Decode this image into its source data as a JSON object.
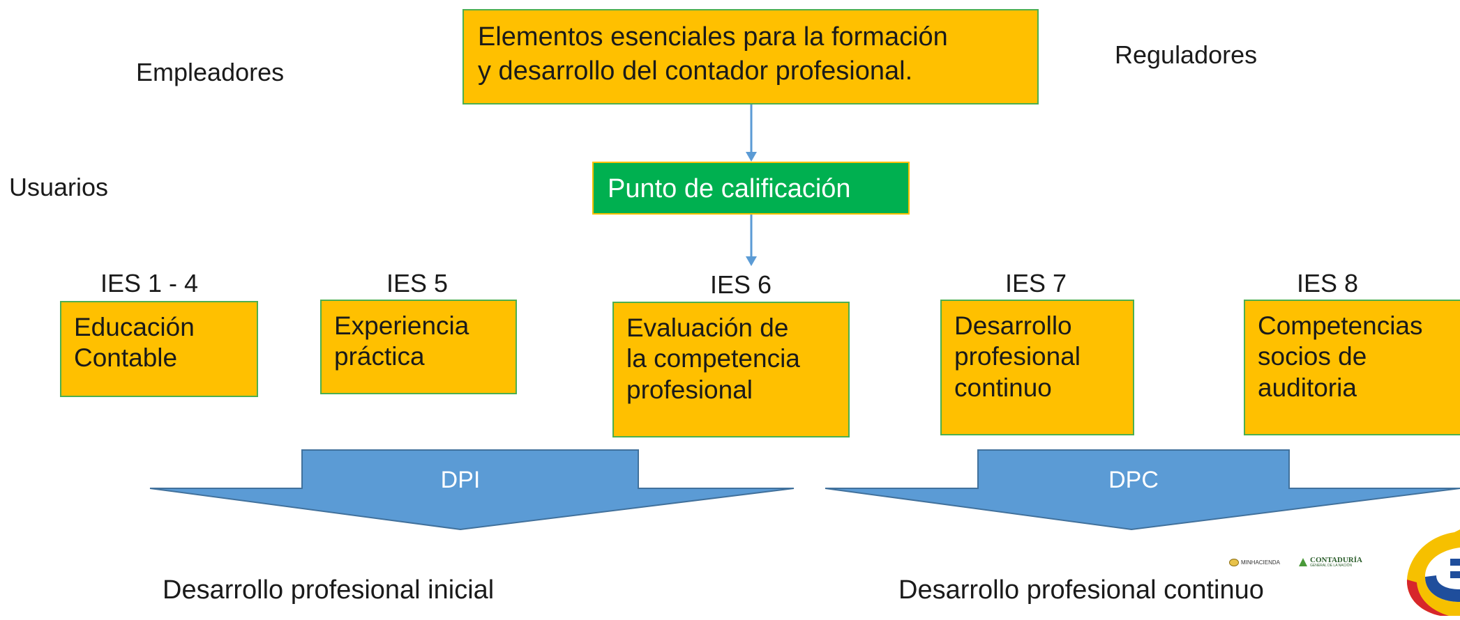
{
  "top_box": {
    "line1": "Elementos esenciales para la formación",
    "line2": "y desarrollo del contador profesional."
  },
  "side_labels": {
    "empleadores": "Empleadores",
    "reguladores": "Reguladores",
    "usuarios": "Usuarios"
  },
  "qualification_box": "Punto de calificación",
  "standards": [
    {
      "tag": "IES 1 - 4",
      "lines": [
        "Educación",
        "Contable"
      ]
    },
    {
      "tag": "IES 5",
      "lines": [
        "Experiencia",
        "práctica"
      ]
    },
    {
      "tag": "IES 6",
      "lines": [
        "Evaluación de",
        "la competencia",
        "profesional"
      ]
    },
    {
      "tag": "IES 7",
      "lines": [
        "Desarrollo",
        "profesional",
        "continuo"
      ]
    },
    {
      "tag": "IES 8",
      "lines": [
        "Competencias",
        "socios de",
        "auditoria"
      ]
    }
  ],
  "arrows": {
    "left": "DPI",
    "right": "DPC"
  },
  "footers": {
    "left": "Desarrollo profesional inicial",
    "right": "Desarrollo profesional continuo"
  },
  "logos": {
    "minhacienda": "MINHACIENDA",
    "contaduria": "CONTADURÍA",
    "contaduria_sub": "GENERAL DE LA NACIÓN"
  },
  "colors": {
    "box_fill": "#ffc000",
    "box_border": "#4caf50",
    "green_box": "#00b050",
    "arrow_fill": "#5b9bd5",
    "connector": "#5b9bd5"
  }
}
